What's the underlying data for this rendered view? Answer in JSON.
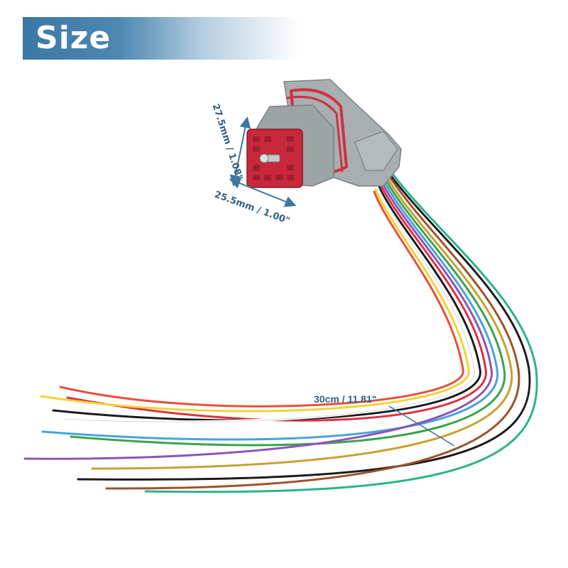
{
  "banner": {
    "title": "Size"
  },
  "dimensions": {
    "height": "27.5mm / 1.08\"",
    "width": "25.5mm / 1.00\"",
    "wire_length": "30cm / 11.81\""
  },
  "colors": {
    "banner": "#3b78a3",
    "dimension_text": "#2f5f86",
    "connector_housing": "#9ea3a6",
    "connector_face": "#c8283c",
    "wires": [
      "#d8d8d8",
      "#e8503a",
      "#f3d23a",
      "#ffffff",
      "#1c1c1c",
      "#4aa3d8",
      "#8b55b8",
      "#3aa34a",
      "#c9a030",
      "#a0522d",
      "#e03040",
      "#2ab38a"
    ]
  },
  "icons": [
    "connector-image",
    "wire-bundle-image",
    "dimension-arrow-icon"
  ]
}
